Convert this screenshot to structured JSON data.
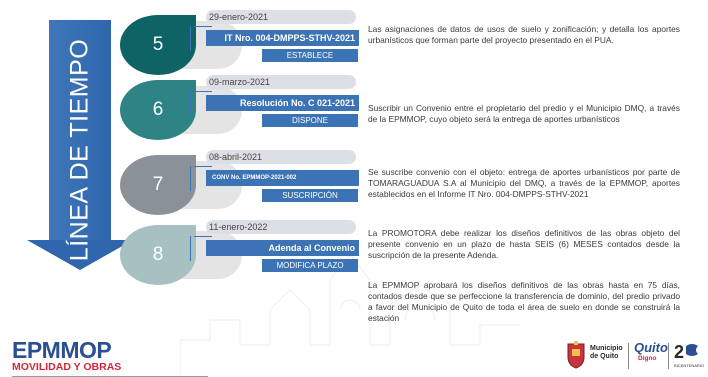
{
  "timeline_label": "LÍNEA DE TIEMPO",
  "colors": {
    "arrow": "#3b73b5",
    "accent_dark": "#0e6464",
    "accent_mid": "#2e8484",
    "accent_gray": "#8b9199",
    "bar": "#3b73b5"
  },
  "entries": [
    {
      "number": "5",
      "date": "29-enero-2021",
      "doc": "IT Nro. 004-DMPPS-STHV-2021",
      "action": "ESTABLECE",
      "desc": "Las asignaciones de datos de usos de suelo y zonificación;  y detalla los aportes urbanísticos que forman parte del proyecto presentado en el PUA."
    },
    {
      "number": "6",
      "date": "09-marzo-2021",
      "doc": "Resolución No. C 021-2021",
      "action": "DISPONE",
      "desc": "Suscribir un Convenio entre el propietario del predio y el  Municipio DMQ, a través de la EPMMOP, cuyo objeto será la entrega de aportes urbanísticos"
    },
    {
      "number": "7",
      "date": "08-abril-2021",
      "doc": "CONV No. EPMMOP-2021-002",
      "action": "SUSCRIPCIÓN",
      "desc": "Se suscribe convenio con el objeto: entrega de aportes urbanísticos por parte de TOMARAGUADUA S.A al Municipio del DMQ, a través de la EPMMOP, aportes establecidos en el Informe IT Nro. 004-DMPPS-STHV-2021"
    },
    {
      "number": "8",
      "date": "11-enero-2022",
      "doc": "Adenda al Convenio",
      "action": "MODIFICA PLAZO",
      "desc": "La PROMOTORA debe realizar los diseños definitivos de las obras objeto del presente convenio en un plazo de hasta SEIS (6) MESES contados desde la suscripción de la presente Adenda."
    }
  ],
  "extra_desc": "La EPMMOP aprobará los diseños definitivos de las obras hasta en 75 días, contados desde que se perfeccione la transferencia de dominio, del predio privado a favor del Municipio de Quito de toda el área de suelo en donde se construirá la estación",
  "footer": {
    "logo_main": "EPMMOP",
    "logo_sub": "MOVILIDAD Y OBRAS",
    "municipio": "Municipio de Quito",
    "quito": "Quito",
    "digno": "Digno",
    "bicentenario": "BICENTENARIO"
  }
}
